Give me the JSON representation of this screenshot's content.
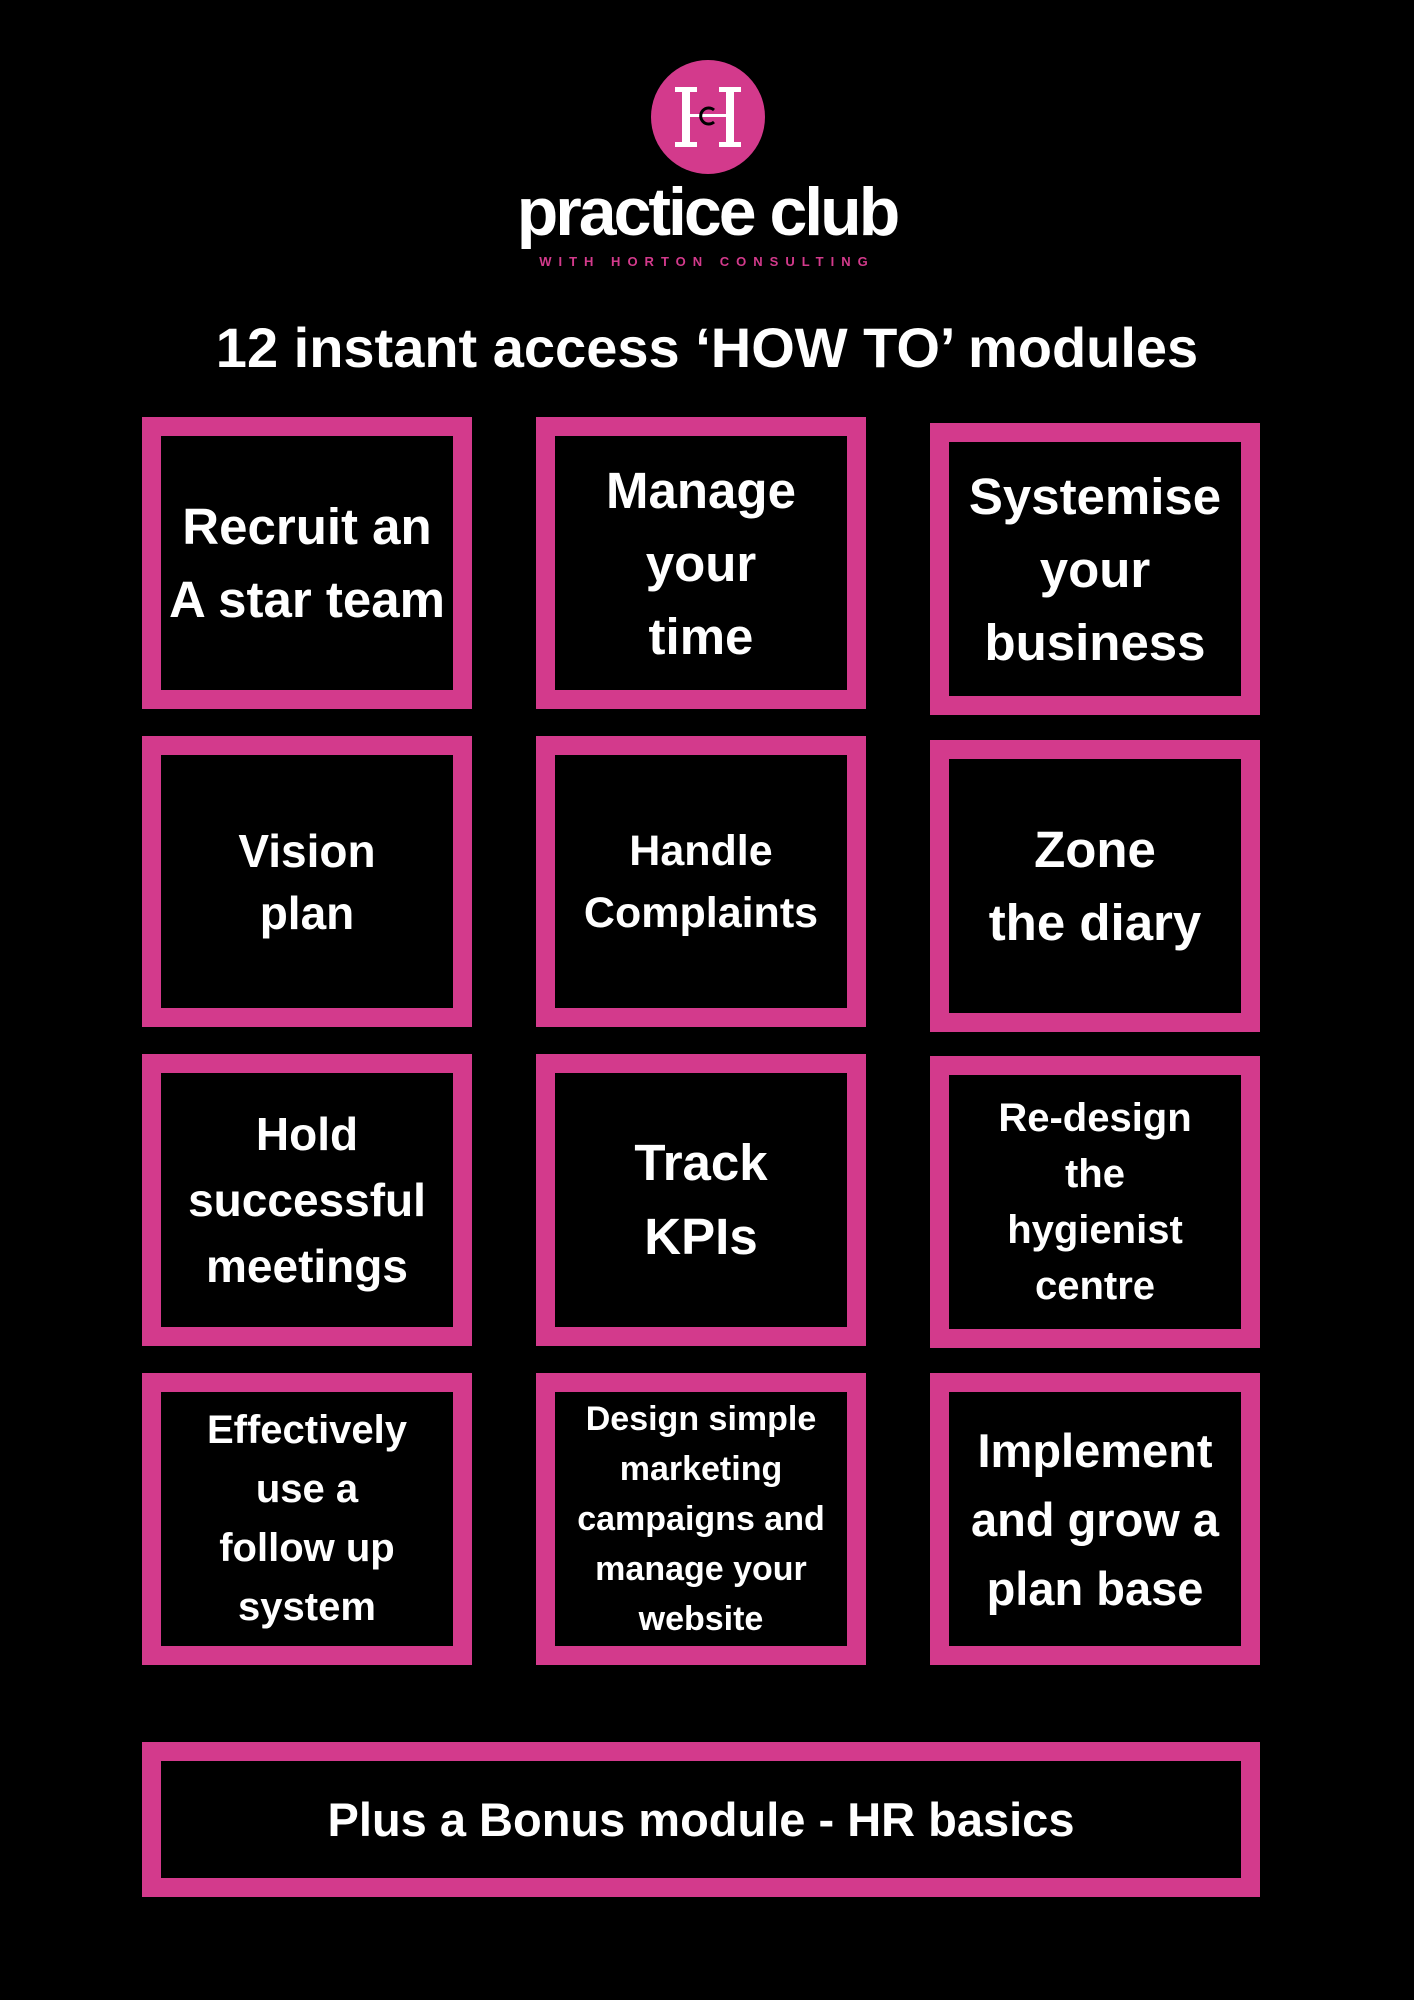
{
  "colors": {
    "background": "#000000",
    "accent": "#d33a8c",
    "text": "#ffffff"
  },
  "logo": {
    "icon": "hc-monogram-icon",
    "wordmark": "practice club",
    "tagline": "WITH HORTON CONSULTING"
  },
  "heading": "12 instant access ‘HOW TO’ modules",
  "modules": [
    {
      "label": "Recruit an\nA star team"
    },
    {
      "label": "Manage\nyour\ntime"
    },
    {
      "label": "Systemise\nyour\nbusiness"
    },
    {
      "label": "Vision\nplan"
    },
    {
      "label": "Handle\nComplaints"
    },
    {
      "label": "Zone\nthe diary"
    },
    {
      "label": "Hold\nsuccessful\nmeetings"
    },
    {
      "label": "Track\nKPIs"
    },
    {
      "label": "Re-design\nthe\nhygienist\ncentre"
    },
    {
      "label": "Effectively\nuse a\nfollow up\nsystem"
    },
    {
      "label": "Design simple\nmarketing\ncampaigns and\nmanage your\nwebsite"
    },
    {
      "label": "Implement\nand grow a\nplan base"
    }
  ],
  "bonus": {
    "label": "Plus a Bonus module - HR basics"
  }
}
